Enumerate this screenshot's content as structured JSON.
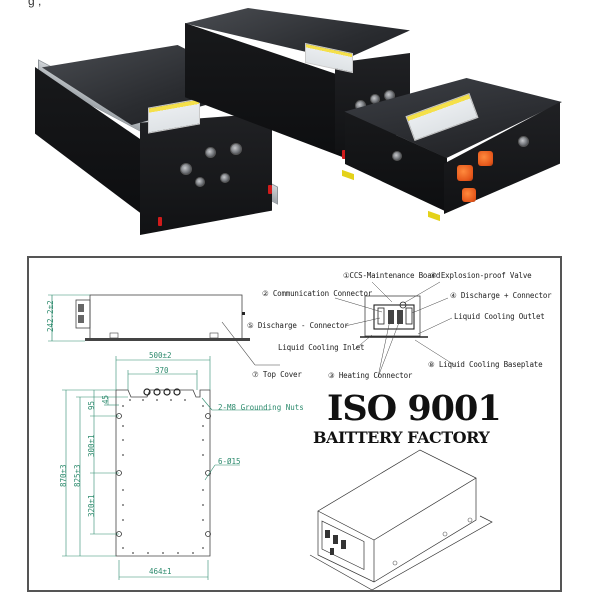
{
  "photo_section": {
    "caption_fragment": "g              ,",
    "products": [
      {
        "name": "large-battery-pack",
        "connector_color": "#c9c9c9"
      },
      {
        "name": "medium-battery-pack",
        "connector_color": "#c9c9c9"
      },
      {
        "name": "compact-battery-pack",
        "connector_color": "#e5561a"
      }
    ]
  },
  "drawing": {
    "border_color": "#555555",
    "dimension_color": "#2e8b6e",
    "callouts": [
      {
        "id": "ccs",
        "label": "①CCS-Maintenance Board"
      },
      {
        "id": "comm",
        "label": "② Communication Connector"
      },
      {
        "id": "explosion",
        "label": "⑥ Explosion-proof Valve"
      },
      {
        "id": "discharge_pos",
        "label": "④ Discharge + Connector"
      },
      {
        "id": "cool_outlet",
        "label": "Liquid Cooling Outlet"
      },
      {
        "id": "discharge_neg",
        "label": "⑤ Discharge - Connector"
      },
      {
        "id": "cool_inlet",
        "label": "Liquid Cooling Inlet"
      },
      {
        "id": "top_cover",
        "label": "⑦ Top Cover"
      },
      {
        "id": "heating",
        "label": "③ Heating Connector"
      },
      {
        "id": "baseplate",
        "label": "⑧ Liquid Cooling Baseplate"
      },
      {
        "id": "grounding",
        "label": "2-M8 Grounding Nuts"
      },
      {
        "id": "holes",
        "label": "6-Ø15"
      }
    ],
    "dimensions": {
      "height": "242.2±2",
      "width_outer": "500±2",
      "width_inner": "370",
      "width_bottom": "464±1",
      "length_total": "870±3",
      "length_body": "825±3",
      "offset_1": "95",
      "offset_2": "45",
      "pitch_1": "300±1",
      "pitch_2": "320±1"
    },
    "badge": {
      "line1": "ISO 9001",
      "line2": "BAITTERY FACTORY"
    }
  }
}
